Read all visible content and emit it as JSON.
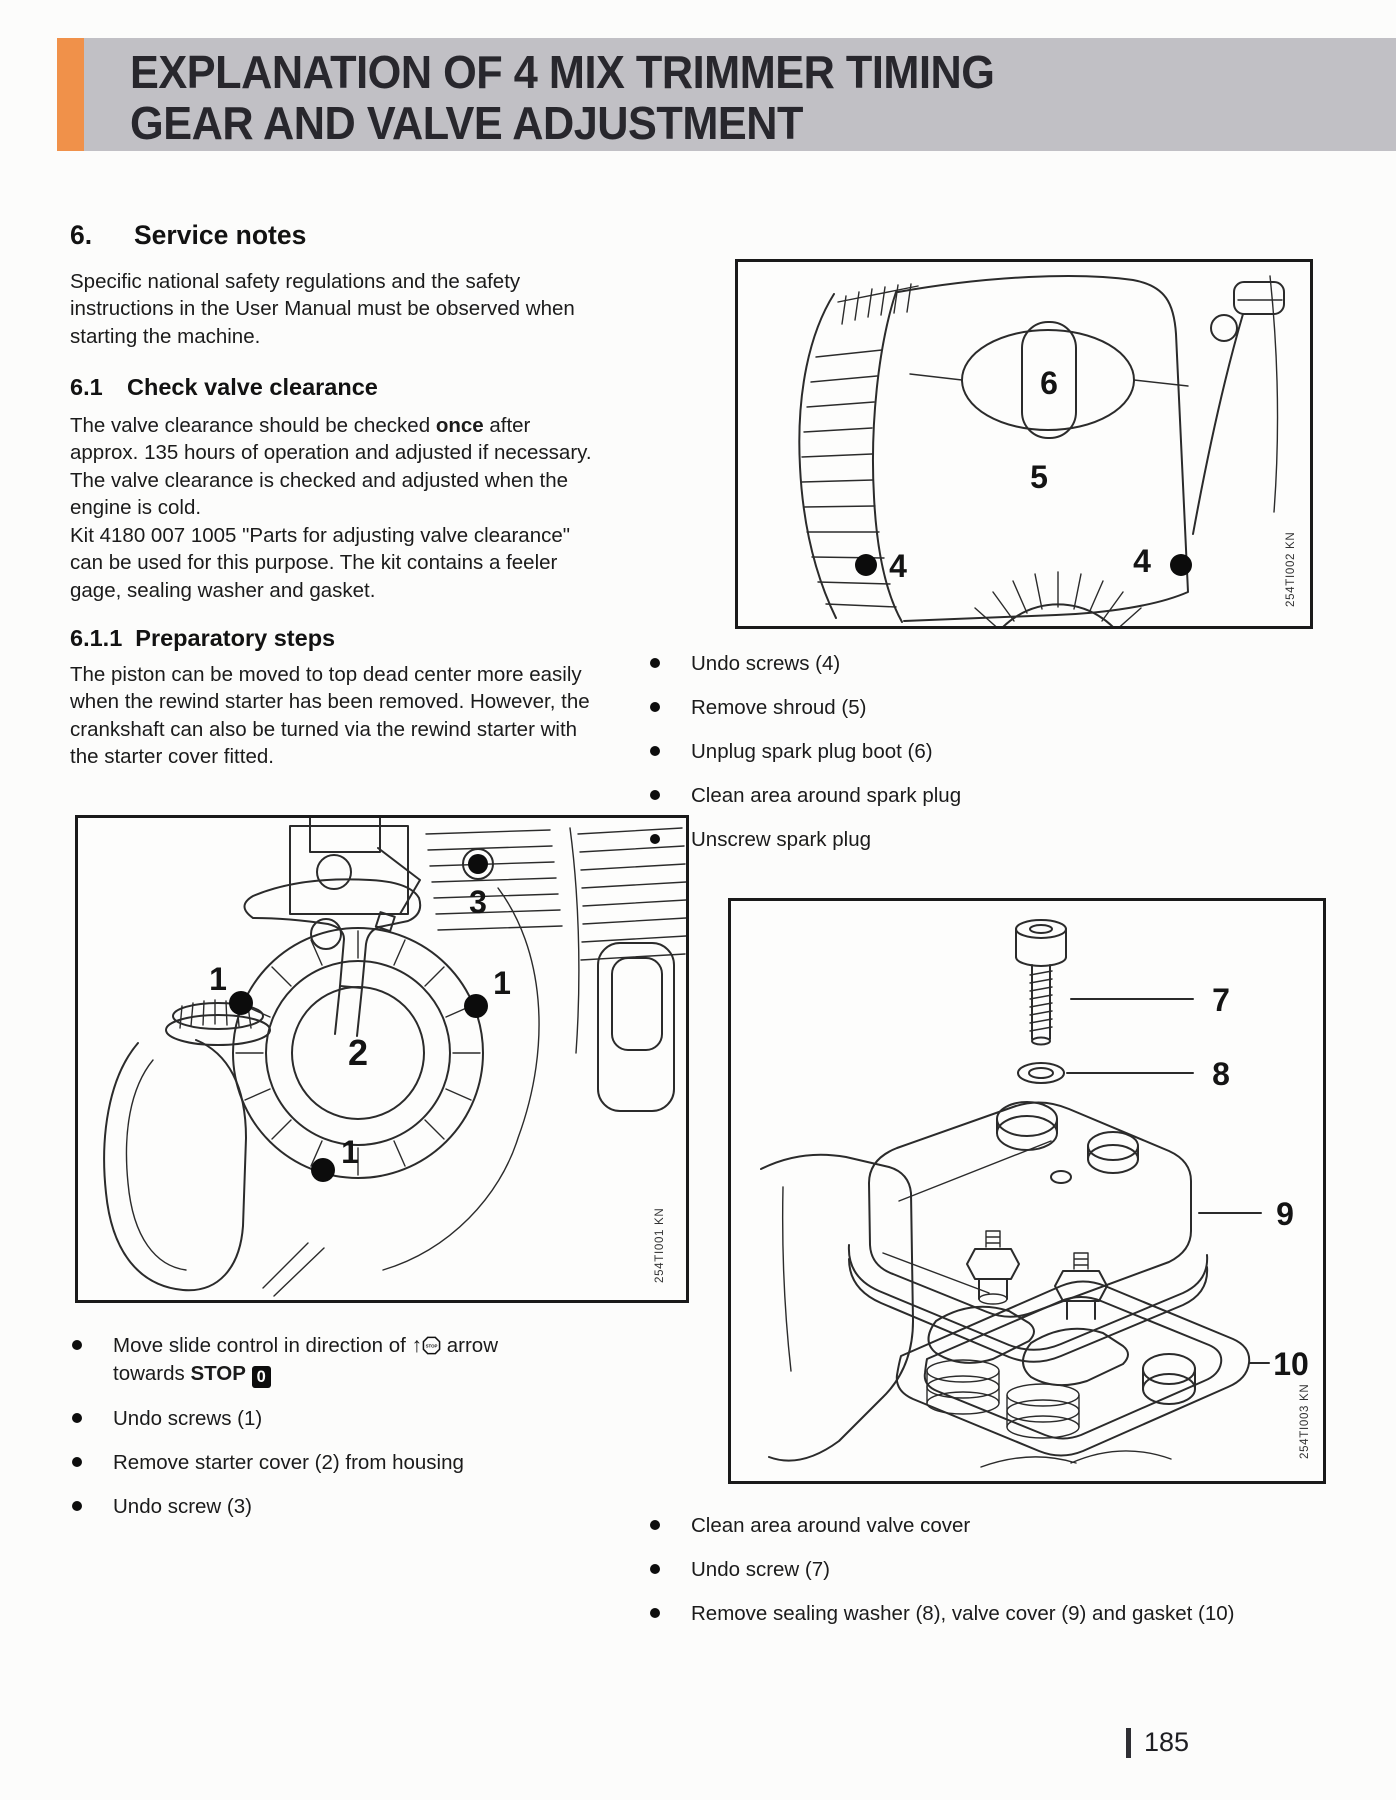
{
  "header": {
    "title_line1": "EXPLANATION OF 4 MIX TRIMMER TIMING",
    "title_line2": "GEAR AND VALVE ADJUSTMENT"
  },
  "colors": {
    "accent_orange": "#f0914a",
    "header_gray": "#c1c0c5",
    "title_ink": "#28272d",
    "body_ink": "#1b1b1b"
  },
  "sections": {
    "service_notes": {
      "number": "6.",
      "title": "Service notes",
      "body": "Specific national safety regulations and the safety instructions in the User Manual must be observed when starting the machine."
    },
    "check_valve": {
      "number": "6.1",
      "title": "Check valve clearance",
      "body_pre": "The valve clearance should be checked ",
      "body_bold": "once",
      "body_post": " after approx. 135 hours of operation and adjusted if necessary.  The valve clearance is checked and adjusted when the engine is cold.\nKit 4180 007 1005 \"Parts for adjusting valve clearance\" can be used for this purpose.  The kit contains a feeler gage, sealing washer and gasket."
    },
    "preparatory": {
      "number": "6.1.1",
      "title": "Preparatory steps",
      "body": "The piston can be moved to top dead center more easily when the rewind starter has been removed.  However, the crankshaft can also be turned via the rewind starter with the starter cover fitted."
    }
  },
  "figures": {
    "fig_shroud": {
      "caption": "254TI002 KN",
      "labels": {
        "boot": "6",
        "shroud": "5",
        "screw_left": "4",
        "screw_right": "4"
      }
    },
    "fig_starter": {
      "caption": "254TI001 KN",
      "labels": {
        "screw_top": "3",
        "screw_left": "1",
        "screw_right": "1",
        "screw_bottom": "1",
        "cover": "2"
      }
    },
    "fig_valvecover": {
      "caption": "254TI003 KN",
      "labels": {
        "screw": "7",
        "washer": "8",
        "cover": "9",
        "gasket": "10"
      }
    }
  },
  "bullets": {
    "starter_steps": {
      "step1": {
        "pre": "Move slide control in direction of",
        "arrow": "↑",
        "stop_icon_text": "STOP",
        "line1_end": "arrow",
        "line2_start": "towards",
        "stop_label": "STOP",
        "zero": "0"
      },
      "items": [
        "Undo screws (1)",
        "Remove starter cover (2) from housing",
        "Undo screw (3)"
      ]
    },
    "shroud_steps": [
      "Undo screws (4)",
      "Remove shroud (5)",
      "Unplug spark plug boot (6)",
      "Clean area around spark plug",
      "Unscrew spark plug"
    ],
    "valve_steps": [
      "Clean area around valve cover",
      "Undo screw (7)",
      "Remove sealing washer (8), valve cover (9) and gasket (10)"
    ]
  },
  "footer": {
    "page_number": "185"
  }
}
